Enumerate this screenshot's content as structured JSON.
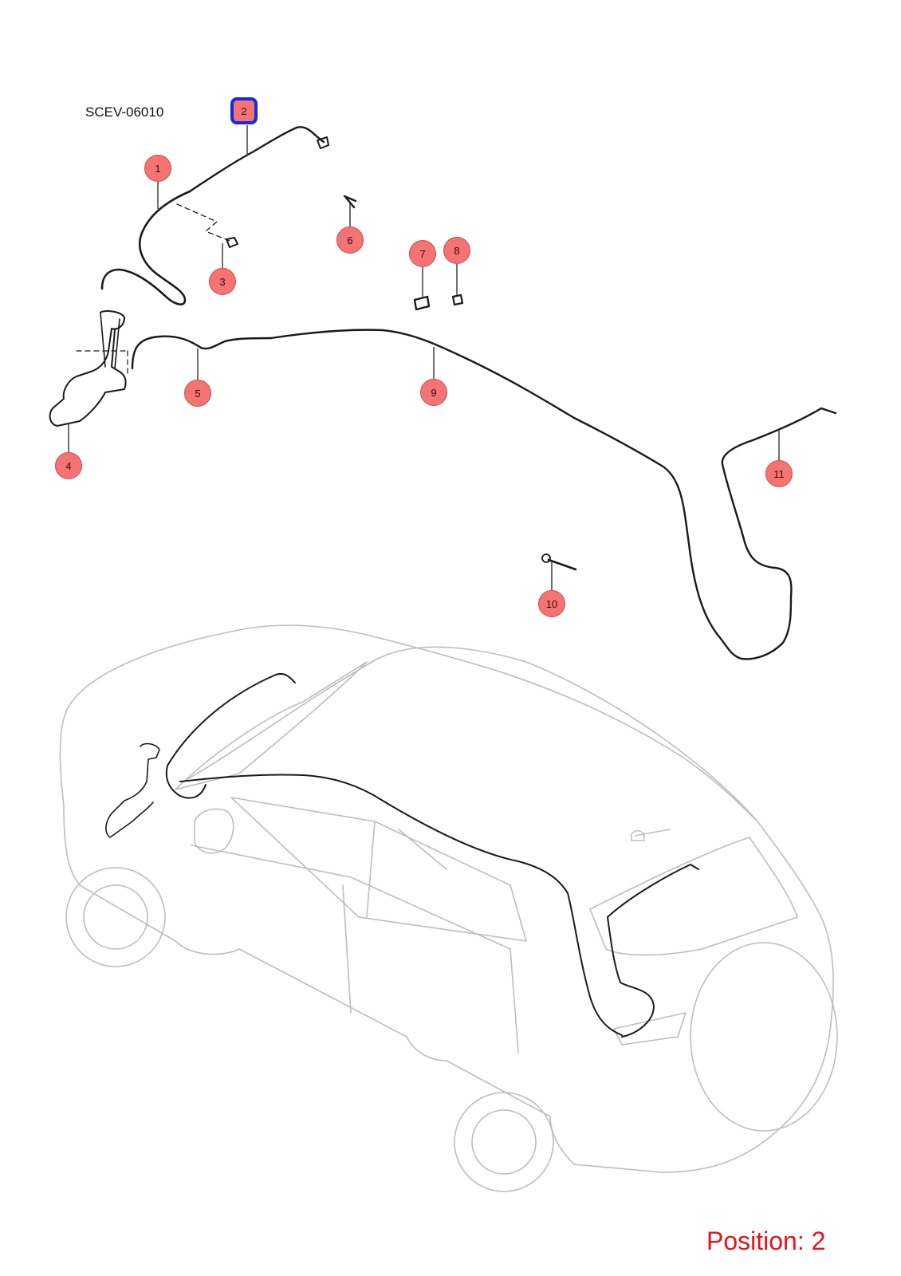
{
  "diagram_code": "SCEV-06010",
  "position_label": "Position: 2",
  "selected_callout": "2",
  "callouts": [
    {
      "label": "1"
    },
    {
      "label": "2"
    },
    {
      "label": "3"
    },
    {
      "label": "4"
    },
    {
      "label": "5"
    },
    {
      "label": "6"
    },
    {
      "label": "7"
    },
    {
      "label": "8"
    },
    {
      "label": "9"
    },
    {
      "label": "10"
    },
    {
      "label": "11"
    }
  ],
  "colors": {
    "callout_fill": "#f26060",
    "selected_outline": "#1428e6",
    "position_text": "#e8121b",
    "part_line": "#1a1a1a",
    "car_outline": "#bdbdbd"
  }
}
